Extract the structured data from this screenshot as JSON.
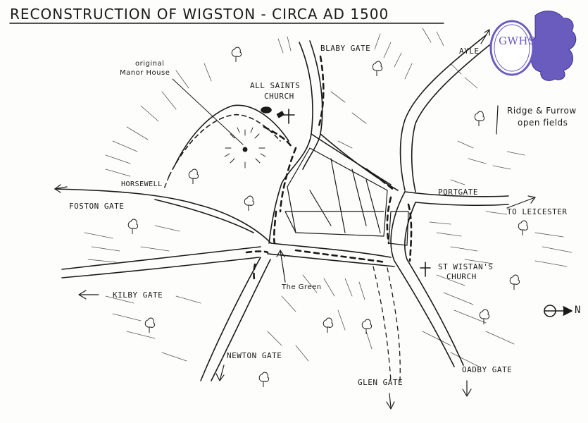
{
  "title": "RECONSTRUCTION OF WIGSTON  - CIRCA AD 1500",
  "logo": {
    "letters": "GWHS",
    "color": "#6a5bbf",
    "name": "lion-logo"
  },
  "labels": {
    "blaby_gate": "BLABY GATE",
    "ayle": "AYLE",
    "ridge_furrow_1": "Ridge & Furrow",
    "ridge_furrow_2": "open fields",
    "original_1": "original",
    "original_2": "Manor House",
    "all_saints_1": "ALL SAINTS",
    "all_saints_2": "CHURCH",
    "horsewell": "HORSEWELL",
    "foston_gate": "FOSTON GATE",
    "portgate": "PORTGATE",
    "to_leicester": "TO LEICESTER",
    "st_wistans_1": "ST WISTAN'S",
    "st_wistans_2": "CHURCH",
    "the_green": "The Green",
    "kilby_gate": "KILBY GATE",
    "newton_gate": "NEWTON GATE",
    "glen_gate": "GLEN GATE",
    "oadby_gate": "OADBY GATE",
    "north": "N"
  },
  "colors": {
    "ink": "#1a1a1a",
    "paper": "#fdfdfb",
    "logo": "#6a5bbf"
  }
}
